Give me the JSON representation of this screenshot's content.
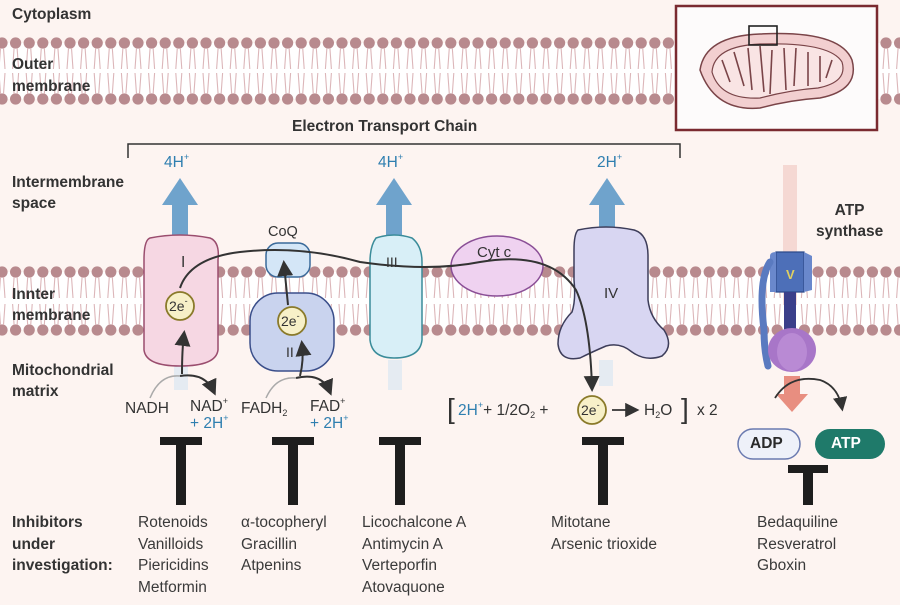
{
  "regions": {
    "cytoplasm": "Cytoplasm",
    "outer_membrane": [
      "Outer",
      "membrane"
    ],
    "intermembrane_space": [
      "Intermembrane",
      "space"
    ],
    "inner_membrane": [
      "Innter",
      "membrane"
    ],
    "matrix": [
      "Mitochondrial",
      "matrix"
    ]
  },
  "etc_title": "Electron Transport Chain",
  "complexes": {
    "I": {
      "label": "I",
      "protons": "4H",
      "proton_charge": "+"
    },
    "II": {
      "label": "II"
    },
    "coq": {
      "label": "CoQ"
    },
    "III": {
      "label": "III",
      "protons": "4H",
      "proton_charge": "+"
    },
    "cytc": {
      "label": "Cyt c"
    },
    "IV": {
      "label": "IV",
      "protons": "2H",
      "proton_charge": "+"
    },
    "atp_synthase": {
      "label": [
        "ATP",
        "synthase"
      ],
      "rotor_mark": "V"
    }
  },
  "electron": {
    "label": "2e",
    "charge": "-"
  },
  "substrates": {
    "nadh": "NADH",
    "nad": "NAD",
    "nad_charge": "+",
    "plus_2h": "+ 2H",
    "plus_charge": "+",
    "fadh2": "FADH",
    "fadh2_sub": "2",
    "fad": "FAD",
    "fad_charge": "+"
  },
  "reaction": {
    "open_bracket": "[",
    "h": "2H",
    "h_charge": "+",
    "plus1": "+ 1/2O",
    "o_sub": "2",
    "plus2": " +",
    "arrow": "→",
    "product": "H",
    "product_sub": "2",
    "product_end": "O",
    "close_bracket": "]",
    "multiplier": "x 2"
  },
  "atp": {
    "adp": "ADP",
    "atp": "ATP"
  },
  "inhibitors_label": [
    "Inhibitors",
    "under",
    "investigation:"
  ],
  "inhibitors": {
    "complex_I": [
      "Rotenoids",
      "Vanilloids",
      "Piericidins",
      "Metformin"
    ],
    "complex_II": [
      "α-tocopheryl",
      "Gracillin",
      "Atpenins"
    ],
    "complex_III": [
      "Licochalcone A",
      "Antimycin A",
      "Verteporfin",
      "Atovaquone"
    ],
    "complex_IV": [
      "Mitotane",
      "Arsenic trioxide"
    ],
    "atp_synthase": [
      "Bedaquiline",
      "Resveratrol",
      "Gboxin"
    ]
  },
  "colors": {
    "background": "#fdf4f1",
    "lipid_head": "#b88a8e",
    "lipid_tail": "#d9b3b6",
    "proton_arrow": "#6fa3cc",
    "complex_I": "#f6d7e3",
    "complex_II": "#c9d3ee",
    "complex_III": "#d8eff7",
    "cytc": "#efd2f0",
    "complex_IV": "#d8d6f2",
    "atp_green": "#1f7a6a",
    "inset_border": "#7a2a30"
  }
}
